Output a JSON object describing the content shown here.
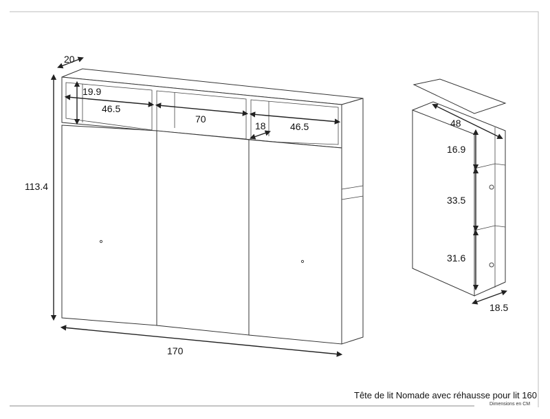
{
  "title": "Tête de lit Nomade avec réhausse pour lit 160",
  "subtitle": "Dimensions en CM",
  "front_view": {
    "depth": "20",
    "height": "113.4",
    "width": "170",
    "shelf_height": "19.9",
    "niche_left_width": "46.5",
    "niche_middle_width": "70",
    "niche_right_depth": "18",
    "niche_right_width": "46.5"
  },
  "side_view": {
    "width": "48",
    "depth": "18.5",
    "shelf_top": "16.9",
    "shelf_middle": "33.5",
    "shelf_bottom": "31.6"
  }
}
